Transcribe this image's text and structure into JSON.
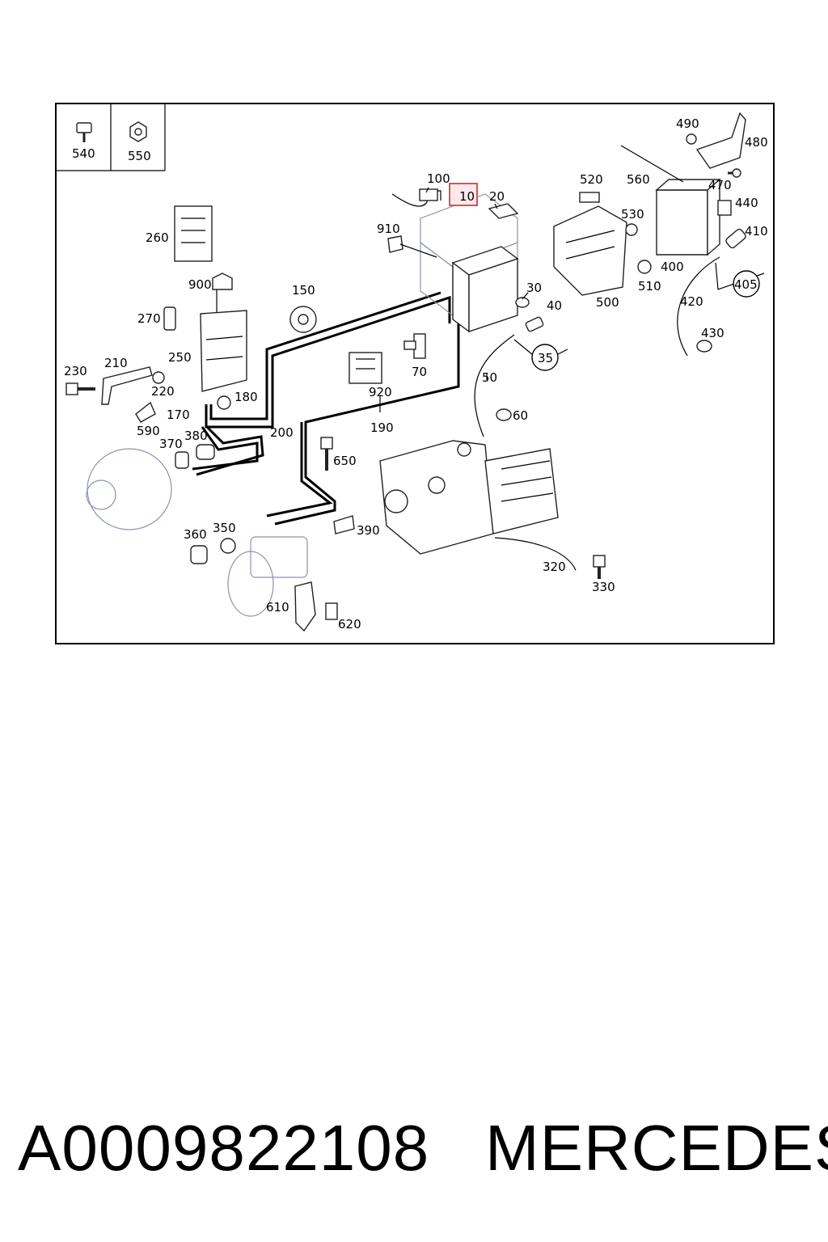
{
  "legend": {
    "top_left": "540",
    "top_right": "550"
  },
  "highlighted_part": "10",
  "callouts": {
    "c100": "100",
    "c20": "20",
    "c910": "910",
    "c30": "30",
    "c40": "40",
    "c35": "35",
    "c50": "50",
    "c60": "60",
    "c70": "70",
    "c150": "150",
    "c900": "900",
    "c260": "260",
    "c270": "270",
    "c250": "250",
    "c230": "230",
    "c210": "210",
    "c220": "220",
    "c180": "180",
    "c170": "170",
    "c590": "590",
    "c370": "370",
    "c380": "380",
    "c200": "200",
    "c920": "920",
    "c190": "190",
    "c650": "650",
    "c390": "390",
    "c360": "360",
    "c350": "350",
    "c610": "610",
    "c620": "620",
    "c320": "320",
    "c330": "330",
    "c520": "520",
    "c560": "560",
    "c530": "530",
    "c500": "500",
    "c510": "510",
    "c400": "400",
    "c490": "490",
    "c480": "480",
    "c470": "470",
    "c440": "440",
    "c410": "410",
    "c405": "405",
    "c420": "420",
    "c430": "430"
  },
  "footer": {
    "part_number": "A0009822108",
    "brand": "MERCEDES"
  }
}
